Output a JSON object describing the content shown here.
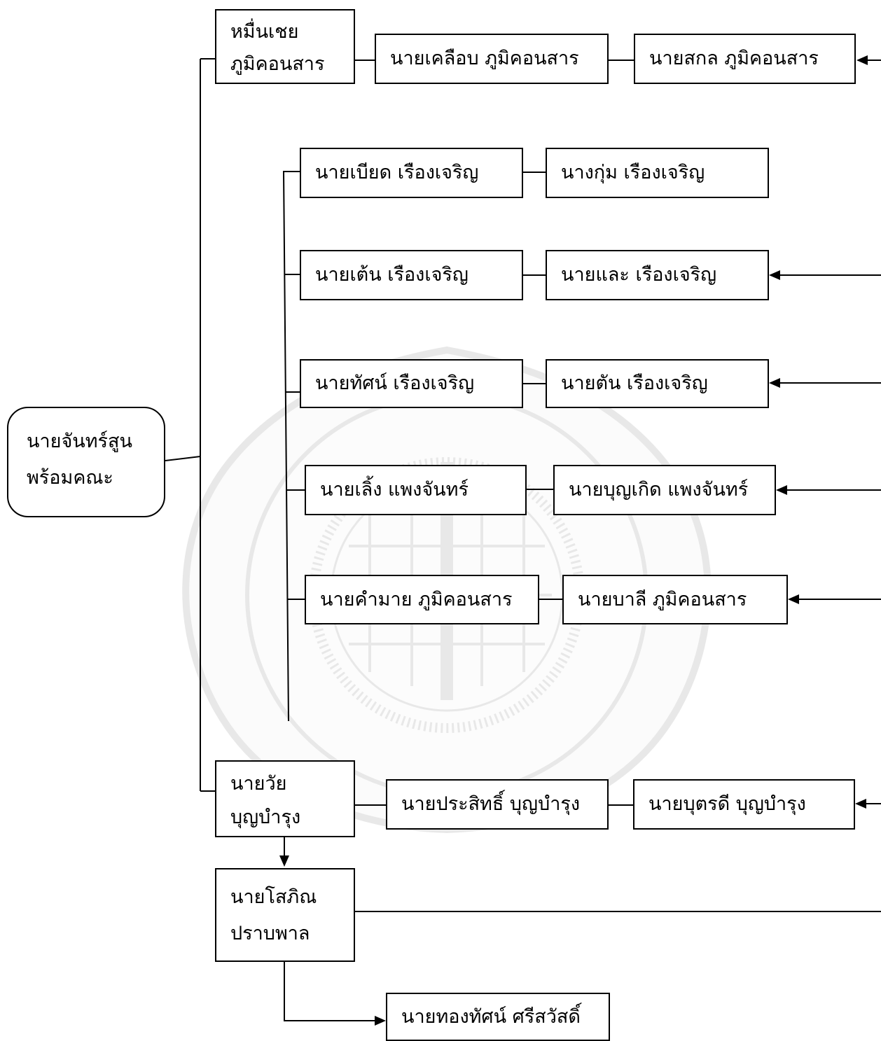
{
  "title": "",
  "nodes": {
    "root": "นายจันทร์สูน\nพร้อมคณะ",
    "muen_choei": "หมื่นเชย\nภูมิคอนสาร",
    "khluap": "นายเคลือบ ภูมิคอนสาร",
    "sakon": "นายสกล ภูมิคอนสาร",
    "biat": "นายเบียด เรืองเจริญ",
    "kum": "นางกุ่ม เรืองเจริญ",
    "ten": "นายเต้น เรืองเจริญ",
    "lae": "นายและ เรืองเจริญ",
    "that": "นายทัศน์ เรืองเจริญ",
    "tan": "นายตัน เรืองเจริญ",
    "laeng": "นายเลิ้ง แพงจันทร์",
    "bunkoet": "นายบุญเกิด แพงจันทร์",
    "khammai": "นายคำมาย ภูมิคอนสาร",
    "bali": "นายบาลี ภูมิคอนสาร",
    "wai": "นายวัย\nบุญบำรุง",
    "prasit": "นายประสิทธิ์ บุญบำรุง",
    "butdi": "นายบุตรดี บุญบำรุง",
    "sophin": "นายโสภิณ\nปราบพาล",
    "thongthat": "นายทองทัศน์ ศรีสวัสดิ์"
  },
  "colors": {
    "line": "#000000",
    "box_border": "#000000",
    "watermark": "#9a9a9a"
  }
}
